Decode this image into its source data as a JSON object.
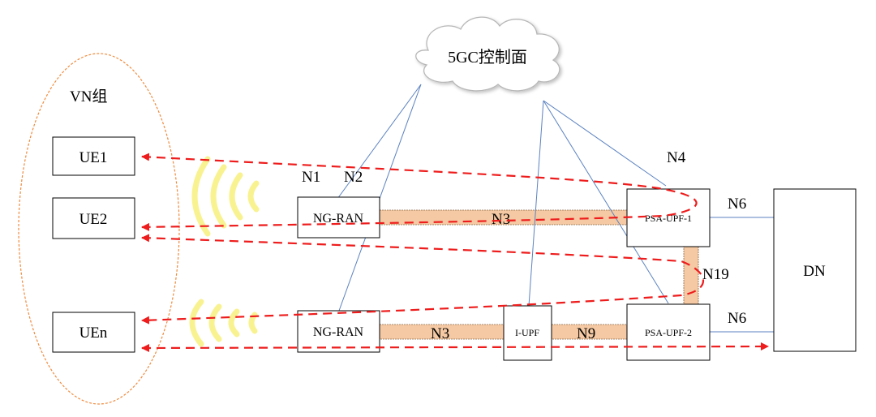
{
  "diagram": {
    "cloud_label": "5GC控制面",
    "vn_group_label": "VN组",
    "ue_labels": [
      "UE1",
      "UE2",
      "UEn"
    ],
    "ran_labels": [
      "NG-RAN",
      "NG-RAN"
    ],
    "upf_labels": {
      "psa1": "PSA-UPF-1",
      "psa2": "PSA-UPF-2",
      "iupf": "I-UPF"
    },
    "dn_label": "DN",
    "interface_labels": {
      "n1": "N1",
      "n2": "N2",
      "n4": "N4",
      "n6_top": "N6",
      "n6_bottom": "N6",
      "n3_top": "N3",
      "n3_bottom": "N3",
      "n9": "N9",
      "n19": "N19"
    },
    "colors": {
      "control_line": "#5b82c0",
      "user_plane_tunnel": "#f5c9a3",
      "traffic_path": "#ee1c1c",
      "radio_waves": "#f9f290",
      "vn_group_border": "#f08a3c",
      "box_border": "#000000",
      "cloud_fill": "#ffffff",
      "cloud_border": "#b7b7b7"
    }
  }
}
